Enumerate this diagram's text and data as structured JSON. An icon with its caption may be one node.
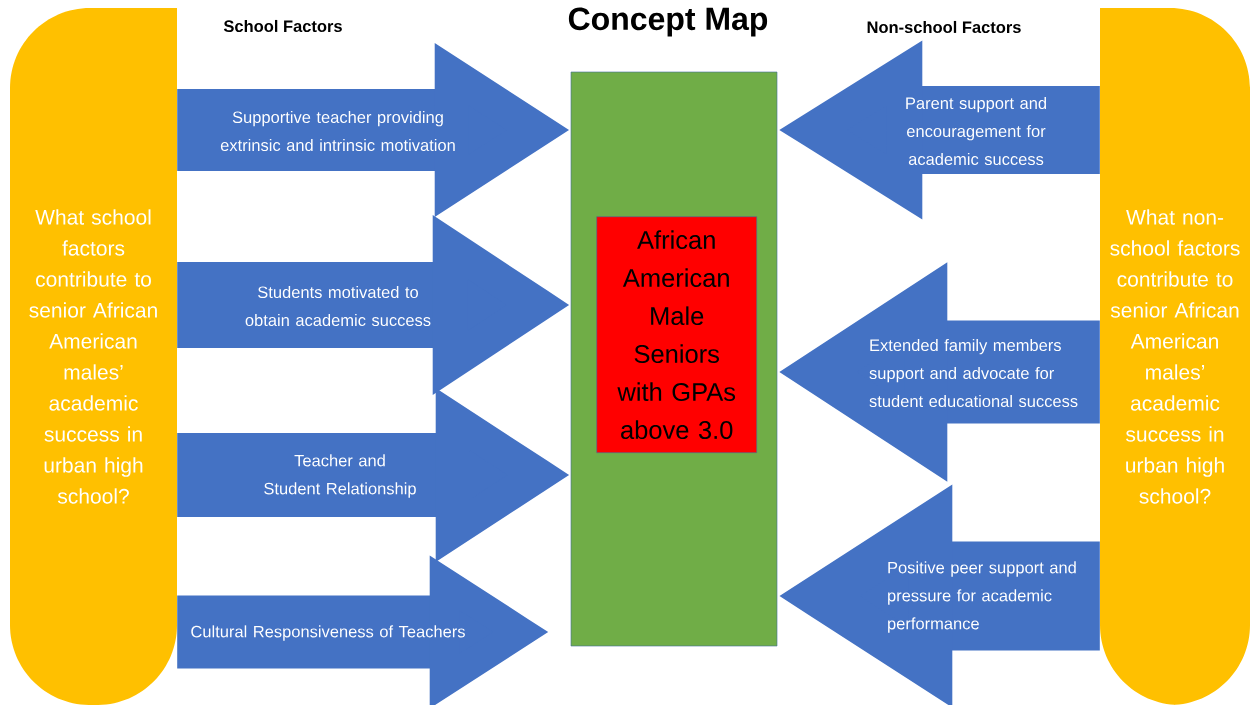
{
  "diagram": {
    "title": "Concept Map",
    "nodes": [
      {
        "text": [
          "What school factors contribute to senior African American males’ academic success in urban high school?"
        ]
      },
      {
        "text": [],
        "shape": "box"
      },
      {
        "text": [
          "African American Male Seniors with GPAs above 3.0"
        ],
        "in": 1
      },
      {
        "text": [
          "What non-school factors contribute to senior African American males’ academic success in urban high school?"
        ]
      }
    ],
    "edges": [
      {
        "from": 0,
        "to": 1,
        "arrow": "to",
        "label": "Supportive teacher providing extrinsic and intrinsic motivation"
      },
      {
        "from": 0,
        "to": 1,
        "arrow": "to",
        "label": "Students motivated to obtain academic success"
      },
      {
        "from": 0,
        "to": 1,
        "arrow": "to",
        "label": "Teacher and Student Relationship"
      },
      {
        "from": 0,
        "to": 1,
        "arrow": "to",
        "label": "Cultural Responsiveness of Teachers"
      },
      {
        "from": 3,
        "to": 1,
        "arrow": "to",
        "label": "Parent support and encouragement for academic success"
      },
      {
        "from": 3,
        "to": 1,
        "arrow": "to",
        "label": "Extended family members support and advocate for student educational success"
      },
      {
        "from": 3,
        "to": 1,
        "arrow": "to",
        "label": "Positive peer support and pressure for academic performance"
      }
    ],
    "labels": [
      "School Factors",
      "Non-school Factors"
    ]
  }
}
